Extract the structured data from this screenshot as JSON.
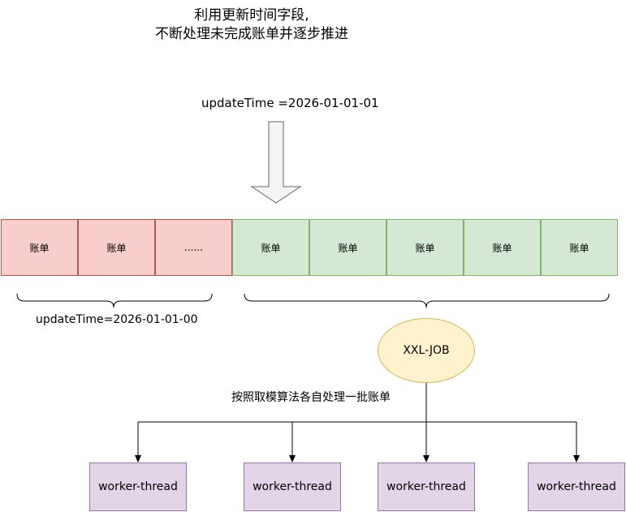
{
  "title": {
    "line1": "利用更新时间字段,",
    "line2": "不断处理未完成账单并逐步推进"
  },
  "pointer_label": "updateTime =2026-01-01-01",
  "processed_label": "updateTime=2026-01-01-00",
  "processed_cells": [
    "账单",
    "账单",
    "......"
  ],
  "pending_cells": [
    "账单",
    "账单",
    "账单",
    "账单",
    "账单"
  ],
  "scheduler": "XXL-JOB",
  "dispatch_label": "按照取模算法各自处理一批账单",
  "workers": [
    "worker-thread",
    "worker-thread",
    "worker-thread",
    "worker-thread"
  ],
  "colors": {
    "processed_fill": "#f8cecc",
    "processed_stroke": "#b85450",
    "pending_fill": "#d5e8d4",
    "pending_stroke": "#82b366",
    "scheduler_fill": "#fff2cc",
    "scheduler_stroke": "#d6b656",
    "worker_fill": "#e1d5e7",
    "worker_stroke": "#9673a6"
  }
}
